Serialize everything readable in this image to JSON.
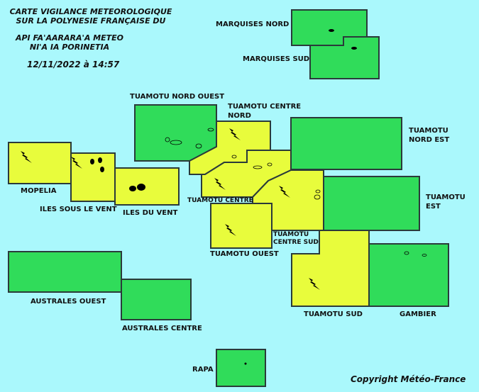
{
  "header": {
    "title_line1": "CARTE VIGILANCE METEOROLOGIQUE",
    "title_line2": "SUR LA POLYNESIE FRANÇAISE DU",
    "title_line3": "API FA'AARARA'A METEO",
    "title_line4": "NI'A IA PORINETIA",
    "datetime": "12/11/2022 à 14:57"
  },
  "colors": {
    "green": "#30dc5a",
    "yellow": "#e8fc3c",
    "sea": "#aaf8fc"
  },
  "zones": {
    "marquises_nord": {
      "label": "MARQUISES NORD",
      "level": "green"
    },
    "marquises_sud": {
      "label": "MARQUISES SUD",
      "level": "green"
    },
    "tuamotu_nord_ouest": {
      "label": "TUAMOTU NORD OUEST",
      "level": "green"
    },
    "tuamotu_centre_nord": {
      "label1": "TUAMOTU CENTRE",
      "label2": "NORD",
      "level": "yellow",
      "icon": "thunderstorm-icon"
    },
    "tuamotu_nord_est": {
      "label1": "TUAMOTU",
      "label2": "NORD EST",
      "level": "green"
    },
    "tuamotu_est": {
      "label1": "TUAMOTU",
      "label2": "EST",
      "level": "green"
    },
    "tuamotu_centre": {
      "label": "TUAMOTU CENTRE",
      "level": "yellow",
      "icon": "thunderstorm-icon"
    },
    "tuamotu_centre_sud": {
      "label1": "TUAMOTU",
      "label2": "CENTRE SUD",
      "level": "yellow",
      "icon": "thunderstorm-icon"
    },
    "tuamotu_ouest": {
      "label": "TUAMOTU OUEST",
      "level": "yellow",
      "icon": "thunderstorm-icon"
    },
    "tuamotu_sud": {
      "label": "TUAMOTU SUD",
      "level": "yellow",
      "icon": "thunderstorm-icon"
    },
    "gambier": {
      "label": "GAMBIER",
      "level": "green"
    },
    "mopelia": {
      "label": "MOPELIA",
      "level": "yellow",
      "icon": "thunderstorm-icon"
    },
    "iles_sous_le_vent": {
      "label": "ILES SOUS LE VENT",
      "level": "yellow",
      "icon": "thunderstorm-icon"
    },
    "iles_du_vent": {
      "label": "ILES DU VENT",
      "level": "yellow"
    },
    "australes_ouest": {
      "label": "AUSTRALES OUEST",
      "level": "green"
    },
    "australes_centre": {
      "label": "AUSTRALES CENTRE",
      "level": "green"
    },
    "rapa": {
      "label": "RAPA",
      "level": "green"
    }
  },
  "footer": {
    "copyright": "Copyright Météo-France"
  }
}
